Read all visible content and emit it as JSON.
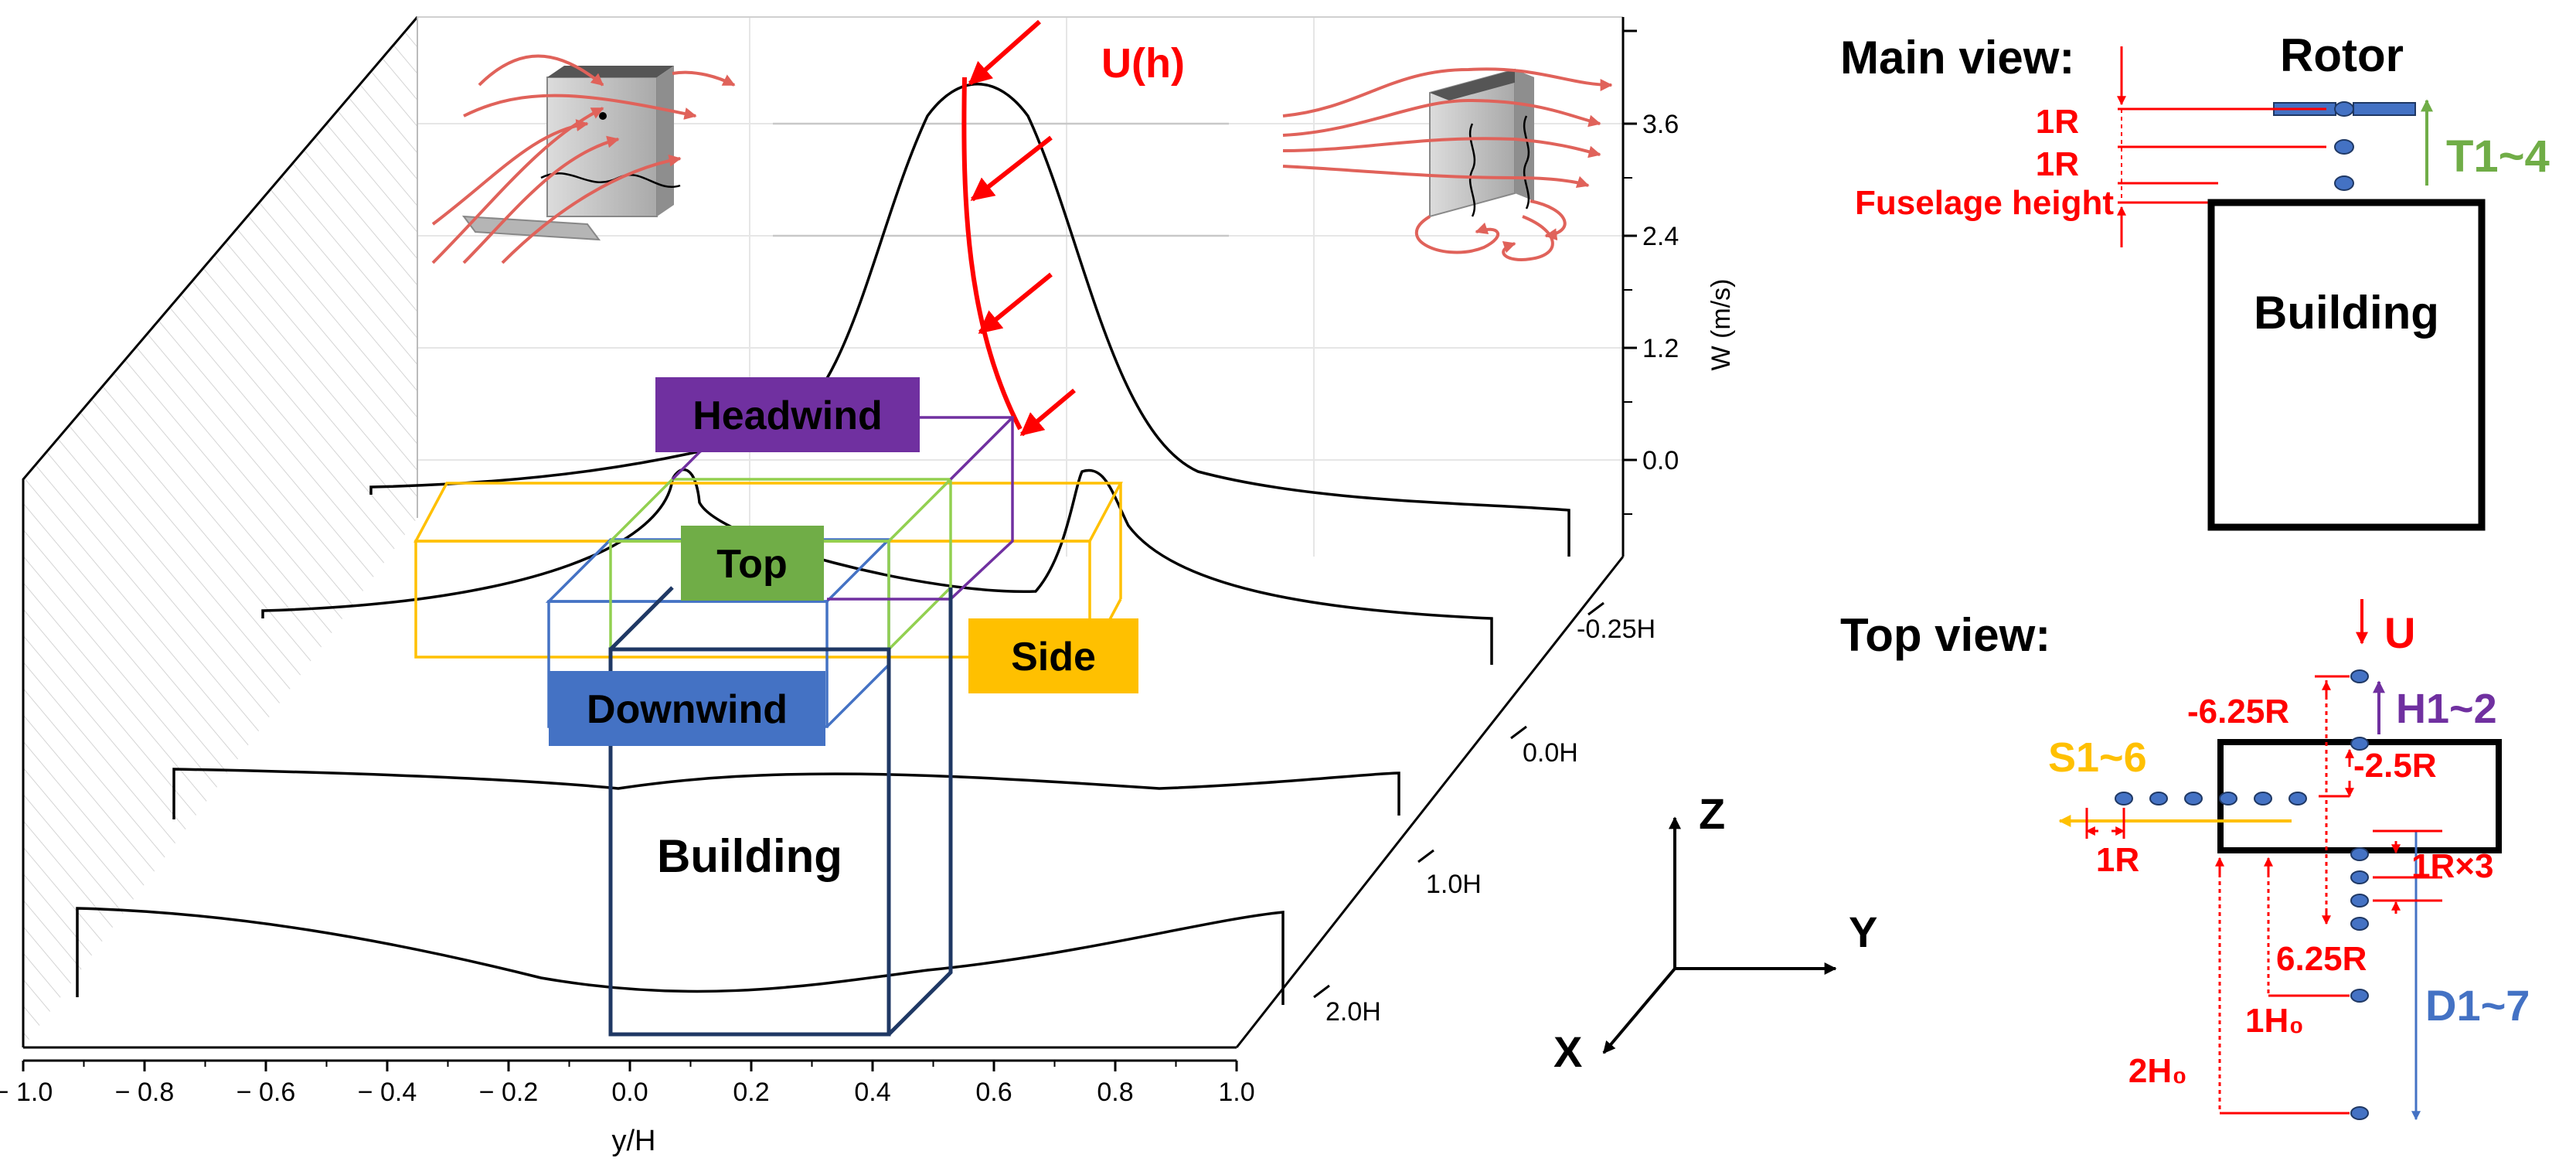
{
  "left": {
    "x_axis": {
      "label": "y/H",
      "ticks": [
        "-1.0",
        "-0.8",
        "-0.6",
        "-0.4",
        "-0.2",
        "0.0",
        "0.2",
        "0.4",
        "0.6",
        "0.8",
        "1.0"
      ]
    },
    "z_axis": {
      "label": "W (m/s)",
      "ticks": [
        "3.6",
        "2.4",
        "1.2",
        "0.0"
      ]
    },
    "depth_axis": {
      "ticks": [
        "-0.25H",
        "0.0H",
        "1.0H",
        "2.0H"
      ]
    },
    "inflow_label": "U(h)",
    "regions": [
      {
        "name": "Headwind",
        "color": "#7030a0"
      },
      {
        "name": "Top",
        "color": "#70ad47"
      },
      {
        "name": "Side",
        "color": "#ffc000"
      },
      {
        "name": "Downwind",
        "color": "#4472c4"
      }
    ],
    "building_label": "Building"
  },
  "axes_triad": {
    "z": "Z",
    "y": "Y",
    "x": "X"
  },
  "main_view": {
    "title": "Main view:",
    "rotor_label": "Rotor",
    "labels": [
      "1R",
      "1R",
      "Fuselage height"
    ],
    "range_label": "T1~4",
    "building_label": "Building"
  },
  "top_view": {
    "title": "Top view:",
    "wind_label": "U",
    "headwind_label": "H1~2",
    "side_label": "S1~6",
    "downwind_label": "D1~7",
    "dims": [
      "-6.25R",
      "-2.5R",
      "1R",
      "1R×3",
      "6.25R",
      "1H₀",
      "2H₀"
    ]
  },
  "colors": {
    "red": "#ff0000",
    "purple": "#7030a0",
    "green": "#70ad47",
    "yellow": "#ffc000",
    "blue": "#4472c4",
    "navy": "#1f3864",
    "dot": "#4472c4"
  }
}
